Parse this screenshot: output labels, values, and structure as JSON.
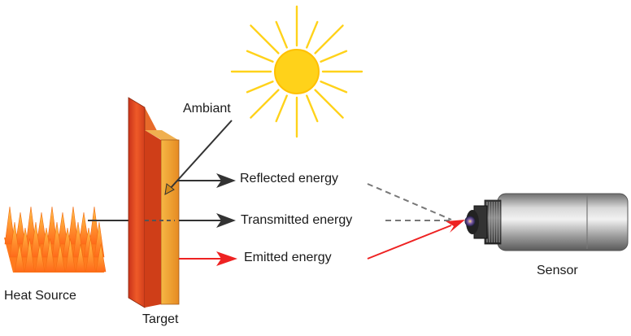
{
  "labels": {
    "ambiant": "Ambiant",
    "reflected": "Reflected energy",
    "transmitted": "Transmitted energy",
    "emitted": "Emitted energy",
    "sensor": "Sensor",
    "heat_source": "Heat Source",
    "target": "Target"
  },
  "colors": {
    "sun": "#ffd21a",
    "target_front": "#e4461e",
    "target_side": "#f0a030",
    "flame": "#ff8a1e",
    "arrow_dark": "#333333",
    "arrow_red": "#ee2222",
    "sensor_body": "#9a9a9a"
  },
  "icons": [
    "sun-icon",
    "flame-icon",
    "target-panel",
    "sensor-camera-icon"
  ]
}
